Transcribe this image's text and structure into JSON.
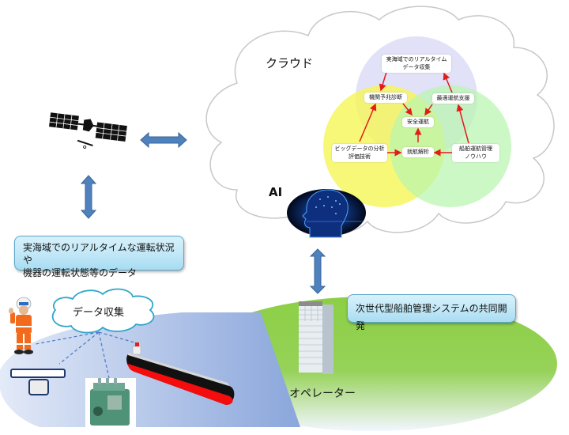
{
  "cloud": {
    "title": "クラウド",
    "ai_label": "AI"
  },
  "venn": {
    "nodes": {
      "realtime_data": [
        "実海域でのリアルタイム",
        "データ収集"
      ],
      "engine_diagnosis": "機関予兆診断",
      "optimal_support": "最適運航支援",
      "safe_operation": "安全運航",
      "bigdata_analysis": [
        "ビッグデータの分析",
        "評価技術"
      ],
      "voyage_analysis": "就航解析",
      "ship_mgmt_knowhow": [
        "船舶運航管理",
        "ノウハウ"
      ]
    },
    "colors": {
      "top_circle": "#dcdcf6",
      "left_circle": "#f5f55a",
      "right_circle": "#b9f5b0",
      "arrow": "#e41b1b"
    }
  },
  "callouts": {
    "data_description": [
      "実海域でのリアルタイムな運転状況や",
      "機器の運転状態等のデータ"
    ],
    "joint_development": "次世代型船舶管理システムの共同開発"
  },
  "ground": {
    "data_collection_label": "データ収集",
    "operator_label": "オペレーター"
  },
  "icons": [
    "satellite-icon",
    "brain-ai-icon",
    "worker-icon",
    "monitor-icon",
    "engine-icon",
    "ship-icon",
    "building-icon"
  ],
  "colors": {
    "arrow_blue": "#4f81bd",
    "land_green": "#92d050",
    "sea_blue": "#8eaadb",
    "cloud_outline": "#c8c8c8",
    "data_cloud_outline": "#2fa6c9"
  }
}
